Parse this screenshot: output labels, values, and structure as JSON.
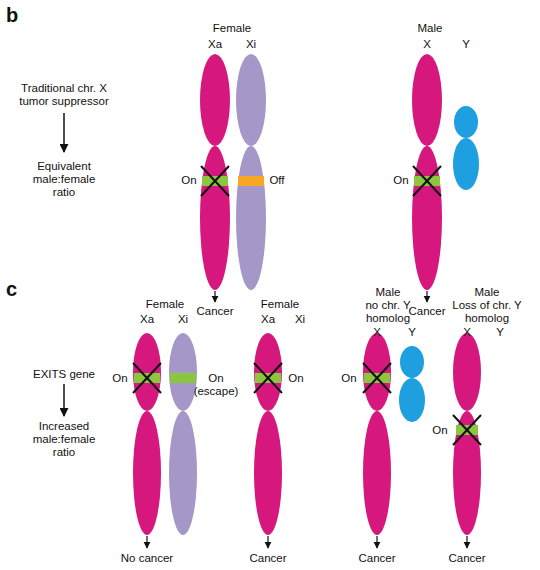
{
  "diagram": {
    "labels": [
      "b",
      "Female",
      "Xa",
      "Xi",
      "Male",
      "X",
      "Y",
      "Traditional chr. X tumor suppressor",
      "On",
      "Off",
      "On",
      "Equivalent male:female ratio",
      "Cancer",
      "Cancer",
      "c",
      "Female",
      "Female",
      "Male",
      "no chr. Y homolog",
      "Male",
      "Loss of chr. Y homolog",
      "Xa",
      "Xi",
      "Xa",
      "Xi",
      "X",
      "Y",
      "X",
      "Y",
      "EXITS gene",
      "On",
      "On (escape)",
      "On",
      "On",
      "On",
      "Increased male:female ratio",
      "No cancer",
      "Cancer",
      "Cancer",
      "Cancer"
    ]
  }
}
